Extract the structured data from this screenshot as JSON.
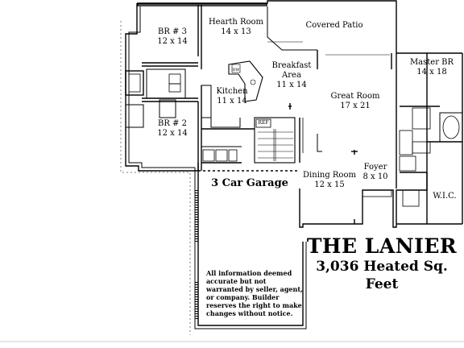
{
  "rooms": {
    "br3": {
      "name": "BR # 3",
      "size": "12 x 14"
    },
    "hearth": {
      "name": "Hearth Room",
      "size": "14 x 13"
    },
    "patio": {
      "name": "Covered Patio"
    },
    "master": {
      "name": "Master BR",
      "size": "14 x 18"
    },
    "breakfast": {
      "name1": "Breakfast",
      "name2": "Area",
      "size": "11 x 14"
    },
    "kitchen": {
      "name": "Kitchen",
      "size": "11 x 14"
    },
    "great": {
      "name": "Great Room",
      "size": "17 x 21"
    },
    "br2": {
      "name": "BR # 2",
      "size": "12 x 14"
    },
    "garage": {
      "name": "3 Car Garage"
    },
    "dining": {
      "name": "Dining Room",
      "size": "12 x 15"
    },
    "foyer": {
      "name": "Foyer",
      "size": "8 x 10"
    },
    "wic": {
      "name": "W.I.C."
    }
  },
  "fixtures": {
    "dw": "DW",
    "ref": "REF"
  },
  "title": "THE LANIER",
  "subtitle": "3,036 Heated Sq. Feet",
  "disclaimer": "All information deemed accurate but not warranted by seller, agent, or company. Builder reserves the right to make changes without notice."
}
